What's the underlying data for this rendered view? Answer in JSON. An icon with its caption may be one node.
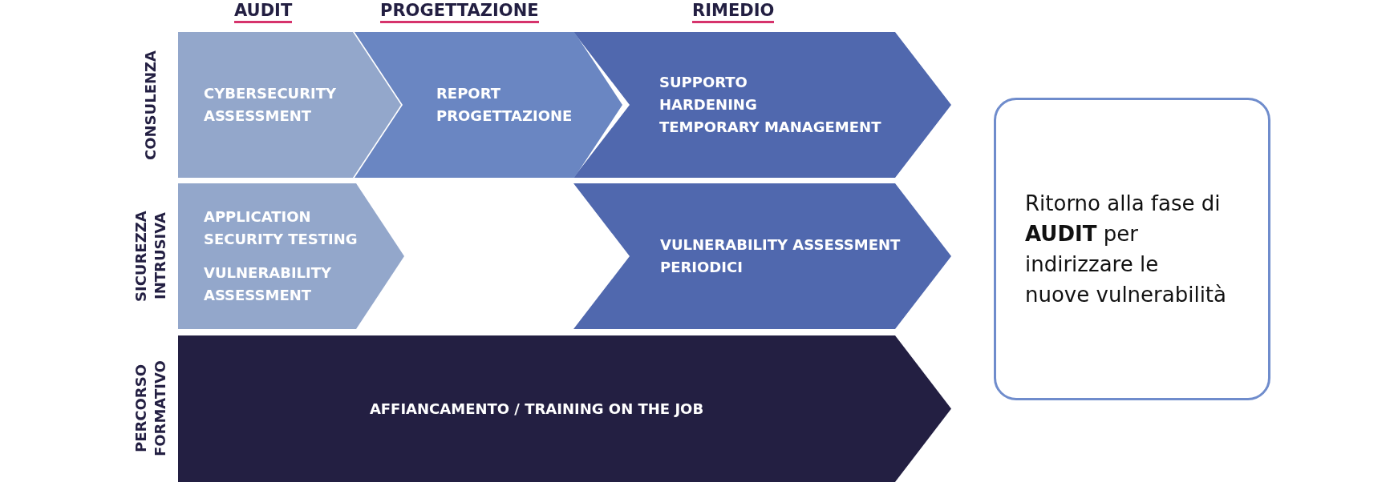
{
  "diagram": {
    "nodes": [
      {
        "text": [
          "CYBERSECURITY ASSESSMENT"
        ]
      },
      {
        "text": [
          "REPORT PROGETTAZIONE"
        ]
      },
      {
        "text": [
          "SUPPORTO",
          "HARDENING",
          "TEMPORARY MANAGEMENT"
        ]
      },
      {
        "text": [
          "APPLICATION SECURITY TESTING",
          "VULNERABILITY ASSESSMENT"
        ]
      },
      {
        "text": [
          "VULNERABILITY ASSESSMENT PERIODICI"
        ]
      },
      {
        "text": [
          "AFFIANCAMENTO / TRAINING ON THE JOB"
        ]
      },
      {
        "text": [
          "Ritorno alla fase di **AUDIT** per indirizzare le nuove vulnerabilità"
        ]
      }
    ],
    "labels": [
      "AUDIT",
      "PROGETTAZIONE",
      "RIMEDIO",
      "CONSULENZA",
      "SICUREZZA INTRUSIVA",
      "PERCORSO FORMATIVO"
    ]
  }
}
